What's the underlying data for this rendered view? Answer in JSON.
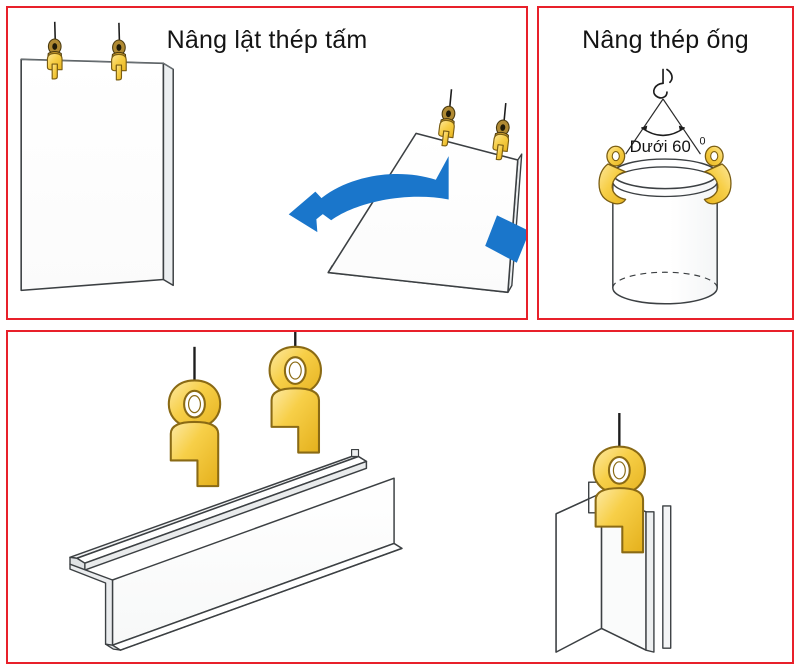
{
  "figure": {
    "kind": "technical-illustration",
    "subject": "steel lifting clamp usage diagram",
    "language": "vi",
    "background_color": "#ffffff",
    "panel_border_color": "#e8202a"
  },
  "colors": {
    "border_red": "#e8202a",
    "clamp_yellow": "#f5ca3c",
    "clamp_yellow_light": "#fbe089",
    "clamp_outline": "#8a6a14",
    "arrow_blue": "#1a76cb",
    "line_dark": "#2b2b2b",
    "line_grey": "#555a5e",
    "text_black": "#141414",
    "watermark_pink": "#f07070"
  },
  "panels": [
    {
      "id": "plate",
      "title": "Nâng lật thép tấm",
      "position": "top-left",
      "objects": [
        {
          "name": "steel-plate-vertical",
          "count": 1,
          "clamps": 2
        },
        {
          "name": "steel-plate-tilted",
          "count": 1,
          "clamps": 2
        },
        {
          "name": "flip-arrow",
          "count": 1,
          "direction": "left",
          "color": "#1a76cb"
        }
      ]
    },
    {
      "id": "pipe",
      "title": "Nâng thép ống",
      "position": "top-right",
      "annotation": "Dưới 60",
      "annotation_superscript": "0",
      "annotation_full": "Dưới 60⁰",
      "objects": [
        {
          "name": "crane-hook",
          "count": 1
        },
        {
          "name": "sling-lines",
          "count": 2
        },
        {
          "name": "angle-arc",
          "count": 1
        },
        {
          "name": "steel-pipe-cylinder",
          "count": 1,
          "clamps": 2
        }
      ]
    },
    {
      "id": "beam",
      "title": "",
      "position": "bottom",
      "objects": [
        {
          "name": "h-beam-horizontal",
          "count": 1,
          "clamps": 2
        },
        {
          "name": "h-beam-vertical",
          "count": 1,
          "clamps": 1
        }
      ]
    }
  ],
  "watermark": {
    "text": "",
    "visible": true,
    "color": "#f07070"
  }
}
